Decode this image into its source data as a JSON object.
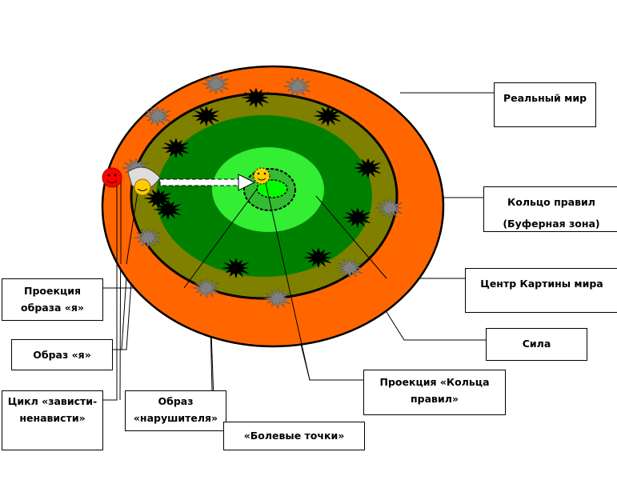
{
  "labels": {
    "real_world": "Реальный мир",
    "rules_ring_1": "Кольцо правил",
    "rules_ring_2": "(Буферная зона)",
    "center": "Центр Картины мира",
    "force": "Сила",
    "rules_projection_1": "Проекция «Кольца",
    "rules_projection_2": "правил»",
    "self_projection_1": "Проекция",
    "self_projection_2": "образа «я»",
    "self_image": "Образ «я»",
    "cycle_1": "Цикл «зависти-",
    "cycle_2": "ненависти»",
    "violator_1": "Образ",
    "violator_2": "«нарушителя»",
    "pain_points": "«Болевые точки»"
  },
  "colors": {
    "real_world": "#ff6600",
    "rules_ring": "#808000",
    "world_picture": "#008000",
    "force": "#33cc33",
    "center": "#00ff00",
    "self_face": "#ff0000",
    "projection_face": "#ffcc00",
    "pain_point": "#808080",
    "violator": "#000000"
  }
}
